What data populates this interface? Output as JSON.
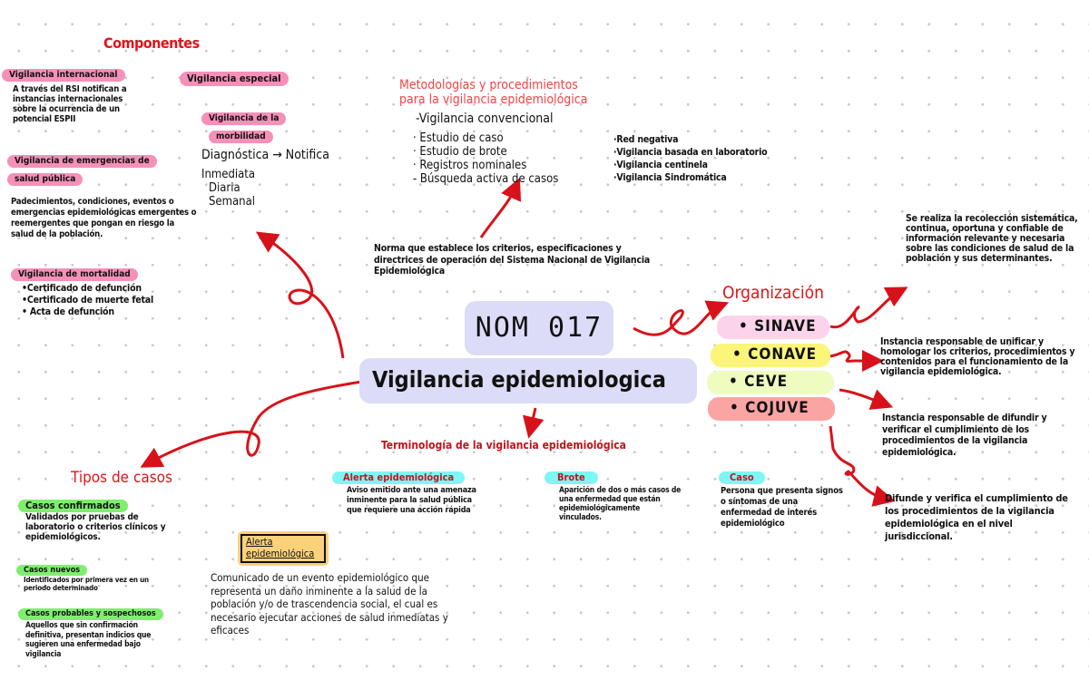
{
  "center": {
    "title": "NOM 017",
    "subtitle": "Vigilancia epidemiologica",
    "norma": "Norma que establece los criterios, especificaciones y directrices de operación del Sistema Nacional de Vigilancia Epidemiológica"
  },
  "componentes": {
    "title": "Componentes",
    "internacional": {
      "label": "Vigilancia internacional",
      "text": "A través del RSI notifican a instancias internacionales sobre la ocurrencia de un potencial ESPII"
    },
    "especial": {
      "label": "Vigilancia especial"
    },
    "morbilidad": {
      "label1": "Vigilancia de la",
      "label2": "morbilidad",
      "line1": "Diagnóstica → Notifica",
      "items": [
        "Inmediata",
        "Diaria",
        "Semanal"
      ]
    },
    "emergencias": {
      "label1": "Vigilancia de emergencias de",
      "label2": "salud pública",
      "text": "Padecimientos, condiciones, eventos o emergencias epidemiológicas emergentes o reemergentes que pongan en riesgo la salud de la población."
    },
    "mortalidad": {
      "label": "Vigilancia de mortalidad",
      "items": [
        "•Certificado de defunción",
        "•Certificado de muerte fetal",
        "• Acta de defunción"
      ]
    }
  },
  "metodologias": {
    "title1": "Metodologías y procedimientos",
    "title2": "para la vigilancia epidemiológica",
    "main": "-Vigilancia convencional",
    "left": [
      "· Estudio de caso",
      "· Estudio de brote",
      "· Registros nominales",
      "- Búsqueda activa de casos"
    ],
    "right": [
      "·Red negativa",
      "·Vigilancia basada en laboratorio",
      "·Vigilancia centinela",
      "·Vigilancia Sindromática"
    ]
  },
  "organizacion": {
    "title": "Organización",
    "items": [
      {
        "label": "• SINAVE",
        "color": "#fbd3ea"
      },
      {
        "label": "• CONAVE",
        "color": "#fbf57a"
      },
      {
        "label": "• CEVE",
        "color": "#eefcc0"
      },
      {
        "label": "• COJUVE",
        "color": "#fba4a4"
      }
    ],
    "descriptions": [
      "Se realiza la recolección sistemática, continua, oportuna y confiable de información relevante y necesaria sobre las condiciones de salud de la población y sus determinantes.",
      "Instancia responsable de unificar y homologar los criterios, procedimientos y contenidos para el funcionamiento de la vigilancia epidemiológica.",
      "Instancia responsable de difundir y verificar el cumplimiento de los procedimientos de la vigilancia epidemiológica.",
      "Difunde y verifica el cumplimiento de los procedimientos de la vigilancia epidemiológica en el nivel jurisdiccional."
    ]
  },
  "terminologia": {
    "title": "Terminología de la vigilancia epidemiológica",
    "alerta": {
      "label": "Alerta epidemiológica",
      "text": "Aviso emitido ante una amenaza inminente para la salud pública que requiere una acción rápida"
    },
    "brote": {
      "label": "Brote",
      "text": "Aparición de dos o más casos de una enfermedad que están epidemiológicamente vinculados."
    },
    "caso": {
      "label": "Caso",
      "text": "Persona que presenta signos o síntomas de una enfermedad de interés epidemiológico"
    }
  },
  "tipos": {
    "title": "Tipos de casos",
    "confirmados": {
      "label": "Casos confirmados",
      "text": "Validados por pruebas de laboratorio o criterios clínicos y epidemiológicos."
    },
    "nuevos": {
      "label": "Casos nuevos",
      "text": "Identificados por primera vez en un periodo determinado"
    },
    "probables": {
      "label": "Casos probables y sospechosos",
      "text": "Aquellos que sin confirmación definitiva, presentan indicios que sugieren una enfermedad bajo vigilancia"
    }
  },
  "alerta_box": {
    "label": "Alerta epidemiológica",
    "text": "Comunicado de un evento epidemiológico que representa un daño inminente a la salud de la población y/o de trascendencia social, el cual es necesario ejecutar acciones de salud inmediatas y eficaces"
  },
  "colors": {
    "accent": "#e0141b",
    "pink": "#f590b8",
    "green": "#7fee6e",
    "cyan": "#7ff6f6",
    "center_bg": "#dcdcf8",
    "alert_box": "#fbd27a"
  }
}
